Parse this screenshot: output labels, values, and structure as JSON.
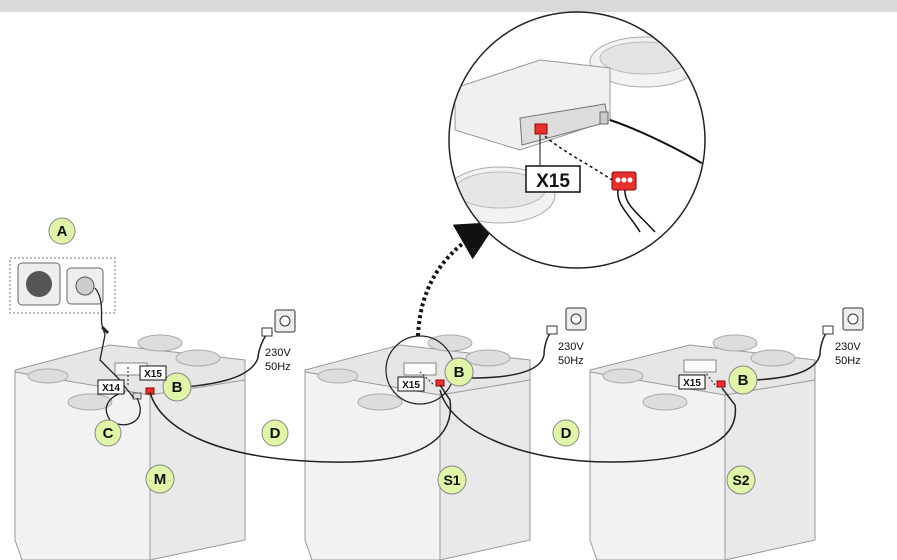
{
  "callouts": {
    "a": "A",
    "b1": "B",
    "b2": "B",
    "b3": "B",
    "c": "C",
    "d1": "D",
    "d2": "D",
    "m": "M",
    "s1": "S1",
    "s2": "S2"
  },
  "connectors": {
    "x14": "X14",
    "x15_main": "X15",
    "x15_s1": "X15",
    "x15_s2": "X15",
    "x15_zoom": "X15"
  },
  "power": {
    "u1_voltage": "230V",
    "u1_freq": "50Hz",
    "u2_voltage": "230V",
    "u2_freq": "50Hz",
    "u3_voltage": "230V",
    "u3_freq": "50Hz"
  },
  "colors": {
    "callout_fill": "#e0f5a8",
    "connector_red": "#e8312f",
    "unit_face": "#f2f2f2",
    "unit_top": "#e6e6e6",
    "topbar": "#d9d9d9"
  }
}
